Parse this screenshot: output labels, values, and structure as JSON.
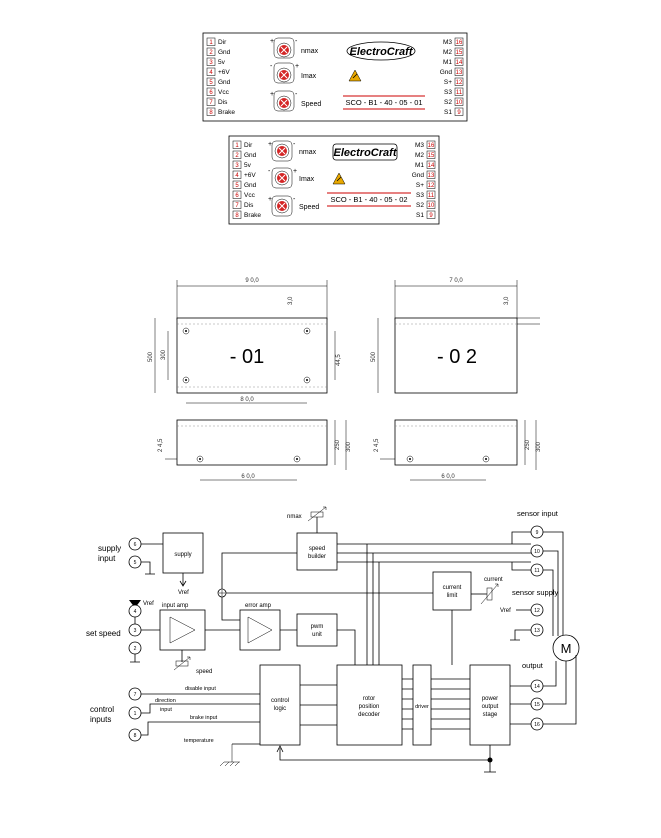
{
  "boards": [
    {
      "brand": "ElectroCraft",
      "model": "SCO - B1 - 40 - 05 - 01",
      "left_pins": [
        {
          "num": "1",
          "label": "Dir"
        },
        {
          "num": "2",
          "label": "Gnd"
        },
        {
          "num": "3",
          "label": "5v"
        },
        {
          "num": "4",
          "label": "+6V"
        },
        {
          "num": "5",
          "label": "Gnd"
        },
        {
          "num": "6",
          "label": "Vcc"
        },
        {
          "num": "7",
          "label": "Dis"
        },
        {
          "num": "8",
          "label": "Brake"
        }
      ],
      "right_pins": [
        {
          "num": "16",
          "label": "M3"
        },
        {
          "num": "15",
          "label": "M2"
        },
        {
          "num": "14",
          "label": "M1"
        },
        {
          "num": "13",
          "label": "Gnd"
        },
        {
          "num": "12",
          "label": "S+"
        },
        {
          "num": "11",
          "label": "S3"
        },
        {
          "num": "10",
          "label": "S2"
        },
        {
          "num": "9",
          "label": "S1"
        }
      ],
      "pots": [
        {
          "label": "nmax",
          "plus": "+",
          "minus": "-"
        },
        {
          "label": "Imax",
          "plus": "+",
          "minus": "-"
        },
        {
          "label": "Speed",
          "plus": "+",
          "minus": "-"
        }
      ]
    },
    {
      "brand": "ElectroCraft",
      "model": "SCO - B1 - 40 - 05 - 02",
      "left_pins": [
        {
          "num": "1",
          "label": "Dir"
        },
        {
          "num": "2",
          "label": "Gnd"
        },
        {
          "num": "3",
          "label": "5v"
        },
        {
          "num": "4",
          "label": "+6V"
        },
        {
          "num": "5",
          "label": "Gnd"
        },
        {
          "num": "6",
          "label": "Vcc"
        },
        {
          "num": "7",
          "label": "Dis"
        },
        {
          "num": "8",
          "label": "Brake"
        }
      ],
      "right_pins": [
        {
          "num": "16",
          "label": "M3"
        },
        {
          "num": "15",
          "label": "M2"
        },
        {
          "num": "14",
          "label": "M1"
        },
        {
          "num": "13",
          "label": "Gnd"
        },
        {
          "num": "12",
          "label": "S+"
        },
        {
          "num": "11",
          "label": "S3"
        },
        {
          "num": "10",
          "label": "S2"
        },
        {
          "num": "9",
          "label": "S1"
        }
      ],
      "pots": [
        {
          "label": "nmax",
          "plus": "+",
          "minus": "-"
        },
        {
          "label": "Imax",
          "plus": "+",
          "minus": "-"
        },
        {
          "label": "Speed",
          "plus": "+",
          "minus": "-"
        }
      ]
    }
  ],
  "dimensions": {
    "v01": {
      "label": "- 01",
      "width": "9 0,0",
      "inner_width": "8 0,0",
      "height": "500",
      "inner_height": "300",
      "hole_spacing": "44,5",
      "edge": "3,0",
      "side_width": "6 0,0",
      "side_h1": "2 4,5",
      "side_h2": "250",
      "side_h3": "300"
    },
    "v02": {
      "label": "- 0 2",
      "width": "7 0,0",
      "height": "500",
      "edge": "3,0",
      "side_width": "6 0,0",
      "side_h1": "2 4,5",
      "side_h2": "250",
      "side_h3": "300"
    }
  },
  "block": {
    "blocks": {
      "supply": "supply",
      "speed_builder": [
        "speed",
        "builder"
      ],
      "input_amp": "input amp",
      "error_amp": "error amp",
      "pwm_unit": [
        "pwm",
        "unit"
      ],
      "current_limit": [
        "current",
        "limit"
      ],
      "control_logic": [
        "control",
        "logic"
      ],
      "rotor_decoder": [
        "rotor",
        "position",
        "decoder"
      ],
      "driver": "driver",
      "power_stage": [
        "power",
        "output",
        "stage"
      ],
      "motor": "M"
    },
    "labels": {
      "supply_input": [
        "supply",
        "input"
      ],
      "set_speed": "set speed",
      "control_inputs": [
        "control",
        "inputs"
      ],
      "sensor_input": "sensor input",
      "sensor_supply": "sensor supply",
      "output": "output",
      "nmax": "nmax",
      "vref_supply": "Vref",
      "vref_left": "Vref",
      "vref_right": "Vref",
      "current": "current",
      "speed": "speed",
      "disable_input": "disable input",
      "direction_input": [
        "direction",
        "input"
      ],
      "brake_input": "brake input",
      "temperature": "temperature"
    },
    "nodes": {
      "n6": "6",
      "n5": "5",
      "n4": "4",
      "n3": "3",
      "n2": "2",
      "n7": "7",
      "n1": "1",
      "n8": "8",
      "n9": "9",
      "n10": "10",
      "n11": "11",
      "n12": "12",
      "n13": "13",
      "n14": "14",
      "n15": "15",
      "n16": "16"
    }
  }
}
